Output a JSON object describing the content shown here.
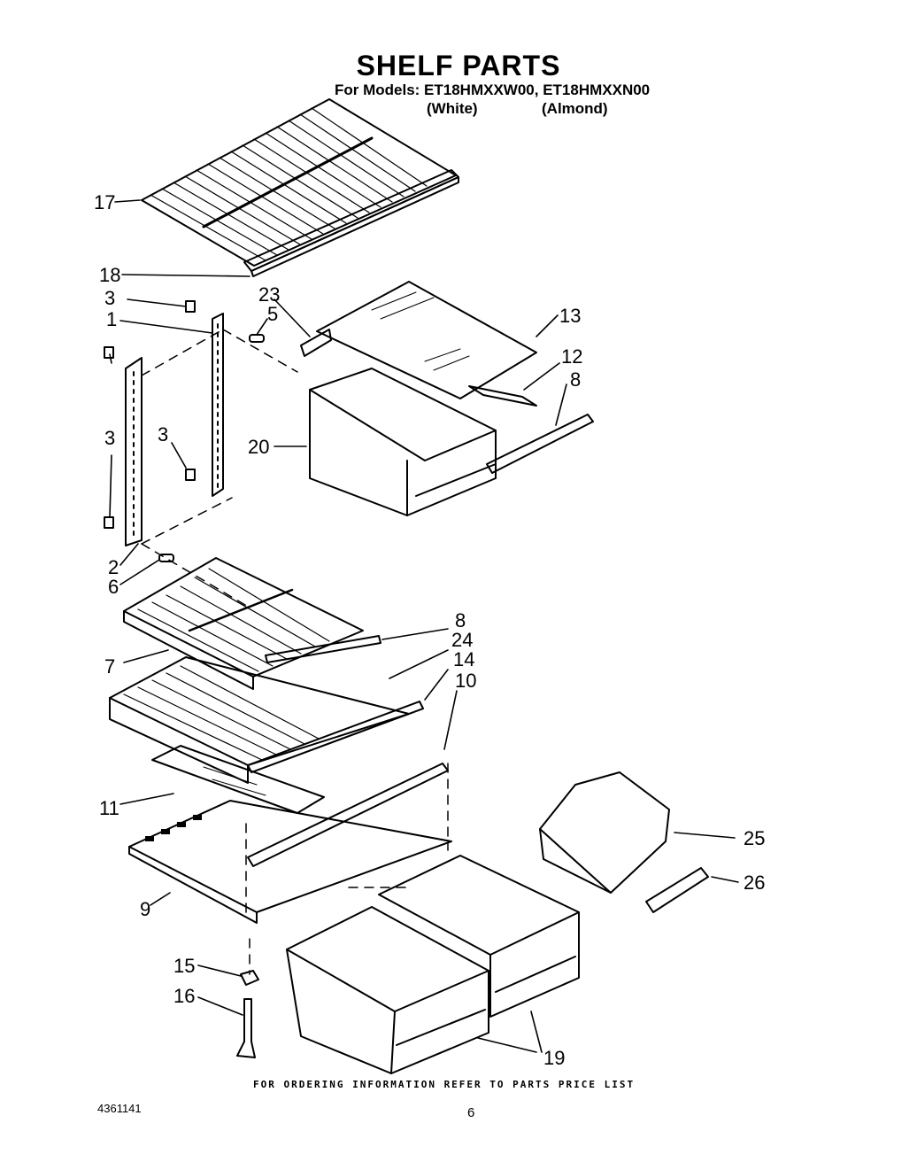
{
  "header": {
    "title": "SHELF PARTS",
    "models": "For Models: ET18HMXXW00, ET18HMXXN00",
    "variant_white": "(White)",
    "variant_almond": "(Almond)"
  },
  "callouts": [
    "17",
    "18",
    "3",
    "23",
    "5",
    "1",
    "13",
    "12",
    "8",
    "3",
    "20",
    "3",
    "2",
    "6",
    "8",
    "24",
    "7",
    "14",
    "10",
    "11",
    "25",
    "26",
    "9",
    "15",
    "16",
    "19"
  ],
  "footer": {
    "ordering_note": "FOR ORDERING INFORMATION REFER TO PARTS PRICE LIST",
    "document_number": "4361141",
    "page_number": "6"
  }
}
